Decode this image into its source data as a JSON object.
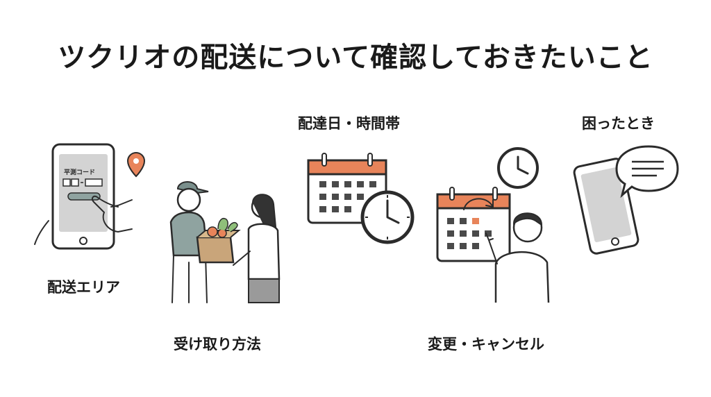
{
  "title": "ツクリオの配送について確認しておきたいこと",
  "items": [
    {
      "label": "配送エリア",
      "icon": "phone-postal-code-icon"
    },
    {
      "label": "受け取り方法",
      "icon": "package-handoff-icon"
    },
    {
      "label": "配達日・時間帯",
      "icon": "calendar-clock-icon"
    },
    {
      "label": "変更・キャンセル",
      "icon": "reschedule-icon"
    },
    {
      "label": "困ったとき",
      "icon": "phone-chat-icon"
    }
  ],
  "phone_screen": {
    "postal_label": "平測コード"
  },
  "colors": {
    "accent": "#e8845a",
    "screen": "#d3d3d3",
    "cells": "#4a4a4a",
    "shirt": "#8fa3a0",
    "cap": "#7a8f8c"
  }
}
